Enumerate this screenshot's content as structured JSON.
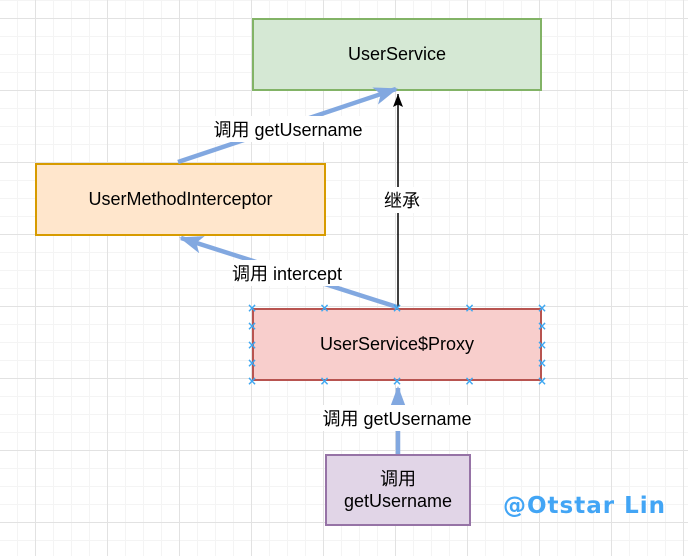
{
  "canvas": {
    "watermark": "@Otstar Lin",
    "watermark_color": "#42a5f5",
    "grid_major_color": "#e2e2e2",
    "grid_minor_color": "#f4f4f4"
  },
  "nodes": {
    "user_service": {
      "label": "UserService",
      "fill": "#d5e8d4",
      "stroke": "#82b366"
    },
    "user_method_interceptor": {
      "label": "UserMethodInterceptor",
      "fill": "#ffe6cc",
      "stroke": "#d79b00"
    },
    "user_service_proxy": {
      "label": "UserService$Proxy",
      "fill": "#f8cecc",
      "stroke": "#b85450",
      "connection_point_icon": "×",
      "connection_point_color": "#3da7f2"
    },
    "invoke_get_username": {
      "label_line1": "调用",
      "label_line2": "getUsername",
      "fill": "#e1d5e7",
      "stroke": "#9673a6"
    }
  },
  "edges": {
    "call_get_username_top": {
      "label": "调用 getUsername",
      "from": "user_method_interceptor",
      "to": "user_service",
      "color": "#82a8e0"
    },
    "inherit": {
      "label": "继承",
      "from": "user_service_proxy",
      "to": "user_service",
      "color": "#000000"
    },
    "call_intercept": {
      "label": "调用 intercept",
      "from": "user_service_proxy",
      "to": "user_method_interceptor",
      "color": "#82a8e0"
    },
    "call_get_username_bottom": {
      "label": "调用 getUsername",
      "from": "invoke_get_username",
      "to": "user_service_proxy",
      "color": "#82a8e0"
    }
  }
}
